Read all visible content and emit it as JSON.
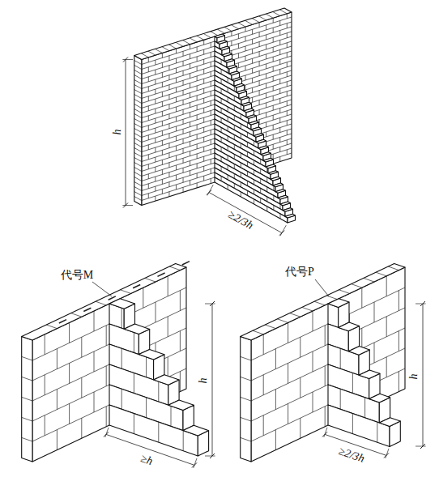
{
  "diagram": {
    "labels": [
      "h",
      "≥2/3h",
      "代号M",
      "h",
      "≥h",
      "代号P",
      "h",
      "≥2/3h"
    ]
  }
}
